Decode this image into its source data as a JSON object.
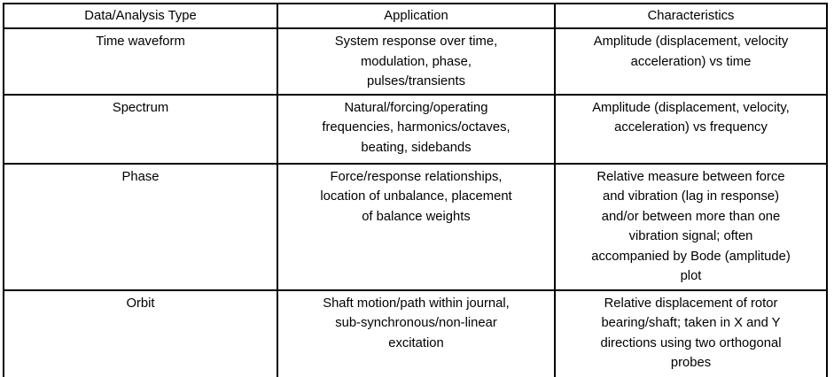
{
  "table": {
    "headers": [
      "Data/Analysis Type",
      "Application",
      "Characteristics"
    ],
    "rows": [
      {
        "type": "Time waveform",
        "application": "System response over time,\nmodulation, phase,\npulses/transients",
        "characteristics": "Amplitude (displacement, velocity\nacceleration) vs time"
      },
      {
        "type": "Spectrum",
        "application": "Natural/forcing/operating\nfrequencies, harmonics/octaves,\nbeating, sidebands",
        "characteristics": "Amplitude (displacement, velocity,\nacceleration) vs frequency"
      },
      {
        "type": "Phase",
        "application": "Force/response relationships,\nlocation of unbalance, placement\nof balance weights",
        "characteristics": "Relative measure between force\nand vibration (lag in response)\nand/or between more than one\nvibration signal; often\naccompanied by Bode (amplitude)\nplot"
      },
      {
        "type": "Orbit",
        "application": "Shaft motion/path within journal,\nsub-synchronous/non-linear\nexcitation",
        "characteristics": "Relative displacement of rotor\nbearing/shaft; taken in X and Y\ndirections using two orthogonal\nprobes"
      }
    ]
  },
  "colors": {
    "border": "#000000",
    "text": "#000000",
    "background": "#ffffff"
  }
}
